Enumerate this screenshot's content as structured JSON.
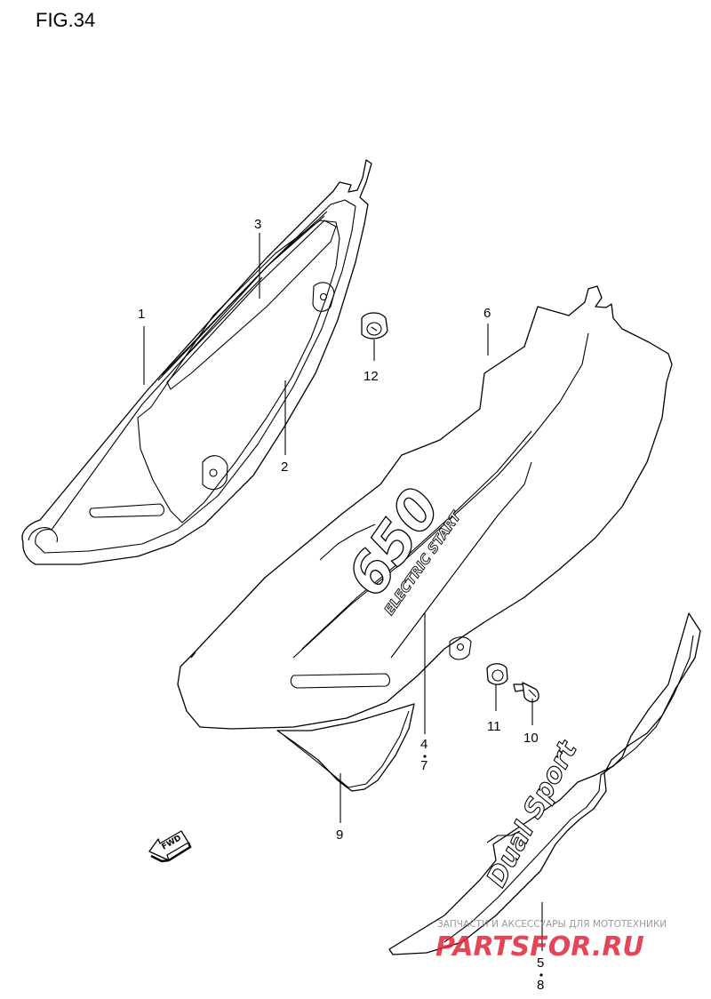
{
  "figure": {
    "title": "FIG.34"
  },
  "callouts": [
    {
      "id": "1",
      "text": "1"
    },
    {
      "id": "2",
      "text": "2"
    },
    {
      "id": "3",
      "text": "3"
    },
    {
      "id": "4-7",
      "text": "4",
      "text2": "7"
    },
    {
      "id": "5-8",
      "text": "5",
      "text2": "8"
    },
    {
      "id": "6",
      "text": "6"
    },
    {
      "id": "9",
      "text": "9"
    },
    {
      "id": "10",
      "text": "10"
    },
    {
      "id": "11",
      "text": "11"
    },
    {
      "id": "12",
      "text": "12"
    }
  ],
  "decals": {
    "model_number": "650",
    "electric_start": "ELECTRIC START",
    "dual_sport": "Dual Sport"
  },
  "fwd_arrow": {
    "label": "FWD"
  },
  "watermark": {
    "tagline": "ЗАПЧАСТИ И АКСЕССУАРЫ ДЛЯ МОТОТЕХНИКИ",
    "brand": "PARTSFOR.RU",
    "color": "#e0263a"
  }
}
